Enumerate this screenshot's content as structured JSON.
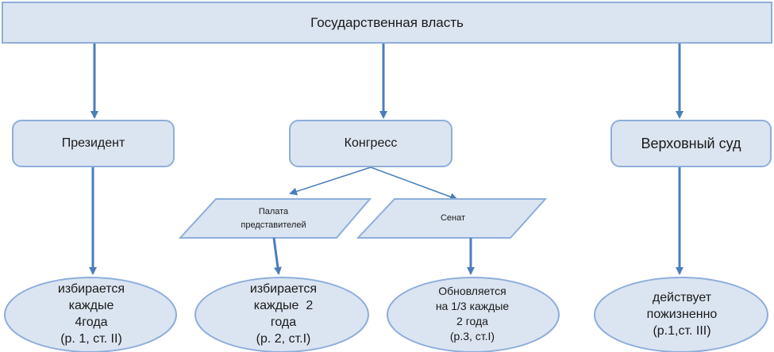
{
  "root": {
    "label": "Государственная власть"
  },
  "branches": {
    "president": {
      "label": "Президент"
    },
    "congress": {
      "label": "Конгресс"
    },
    "court": {
      "label": "Верховный суд"
    }
  },
  "chambers": {
    "house": {
      "line1": "Палата",
      "line2": "представителей"
    },
    "senate": {
      "label": "Сенат"
    }
  },
  "terms": {
    "president": {
      "lines": [
        "избирается",
        "каждые",
        "4года",
        "(р. 1, ст. II)"
      ]
    },
    "house": {
      "lines": [
        "избирается",
        "каждые  2",
        "года",
        "(р. 2, ст.I)"
      ]
    },
    "senate": {
      "lines": [
        "Обновляется",
        "на 1/3 каждые",
        "2 года",
        "(р.3, ст.I)"
      ]
    },
    "court": {
      "lines": [
        "действует",
        "пожизненно",
        "(р.1,ст. III)"
      ]
    }
  },
  "colors": {
    "box_fill": "#dbe5f1",
    "box_border": "#8eaedb",
    "connector": "#4a7ebb"
  }
}
